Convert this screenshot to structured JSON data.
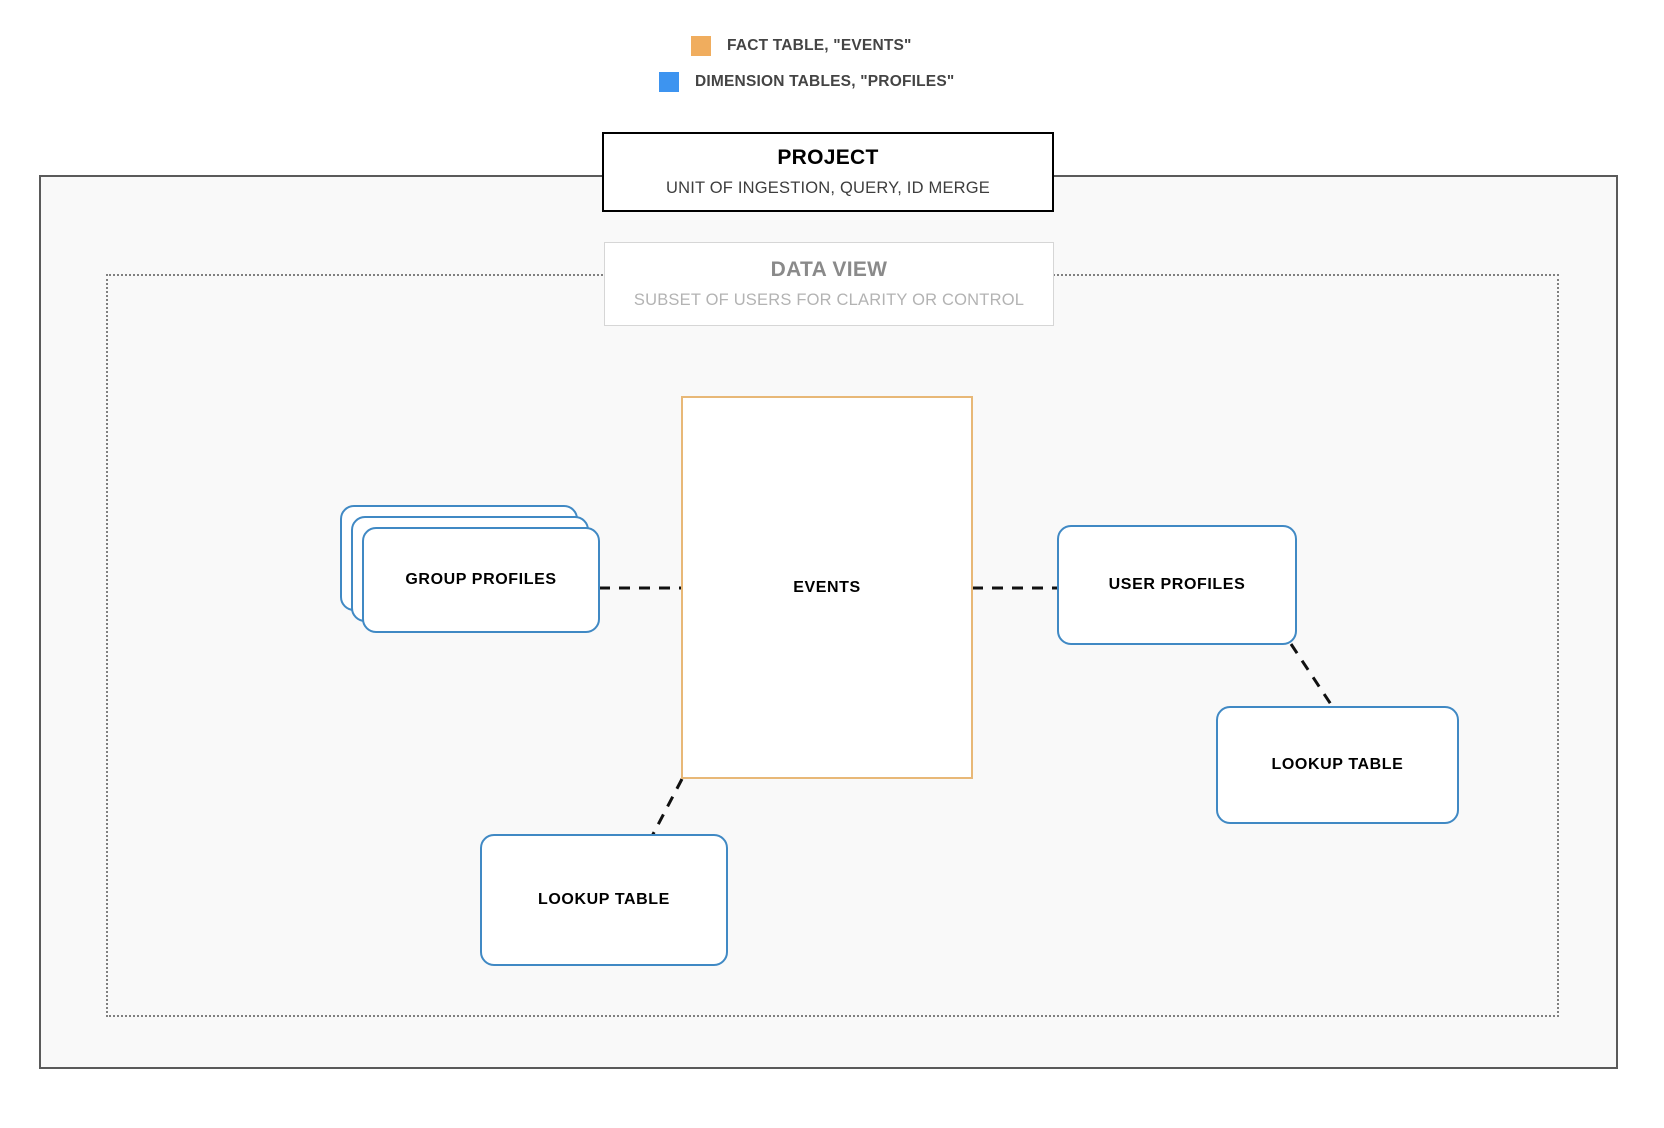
{
  "legend": {
    "items": [
      {
        "icon": "square-swatch-icon",
        "color": "#f0ad5e",
        "label": "FACT TABLE, \"EVENTS\""
      },
      {
        "icon": "square-swatch-icon",
        "color": "#3d94f0",
        "label": "DIMENSION TABLES, \"PROFILES\""
      }
    ]
  },
  "project": {
    "title": "PROJECT",
    "subtitle": "UNIT OF INGESTION, QUERY, ID MERGE",
    "border_color": "#000000",
    "frame_fill": "#f9f9f9"
  },
  "data_view": {
    "title": "DATA VIEW",
    "subtitle": "SUBSET OF USERS FOR CLARITY OR CONTROL",
    "border_color": "#d6d6d6",
    "frame_border": "#808080"
  },
  "entities": {
    "events": {
      "label": "EVENTS",
      "kind": "fact-table",
      "color": "#e8b877"
    },
    "group_profiles": {
      "label": "GROUP PROFILES",
      "kind": "dimension-table",
      "color": "#4089c4",
      "stack_count": 3
    },
    "user_profiles": {
      "label": "USER PROFILES",
      "kind": "dimension-table",
      "color": "#4089c4"
    },
    "lookup_right": {
      "label": "LOOKUP TABLE",
      "kind": "dimension-table",
      "color": "#4089c4"
    },
    "lookup_left": {
      "label": "LOOKUP TABLE",
      "kind": "dimension-table",
      "color": "#4089c4"
    }
  },
  "connectors": [
    {
      "name": "group-profiles-to-events",
      "style": "dashed",
      "color": "#111111"
    },
    {
      "name": "events-to-user-profiles",
      "style": "dashed",
      "color": "#111111"
    },
    {
      "name": "events-to-lookup-left",
      "style": "dashed",
      "color": "#111111"
    },
    {
      "name": "user-profiles-to-lookup-right",
      "style": "dashed",
      "color": "#111111"
    }
  ]
}
